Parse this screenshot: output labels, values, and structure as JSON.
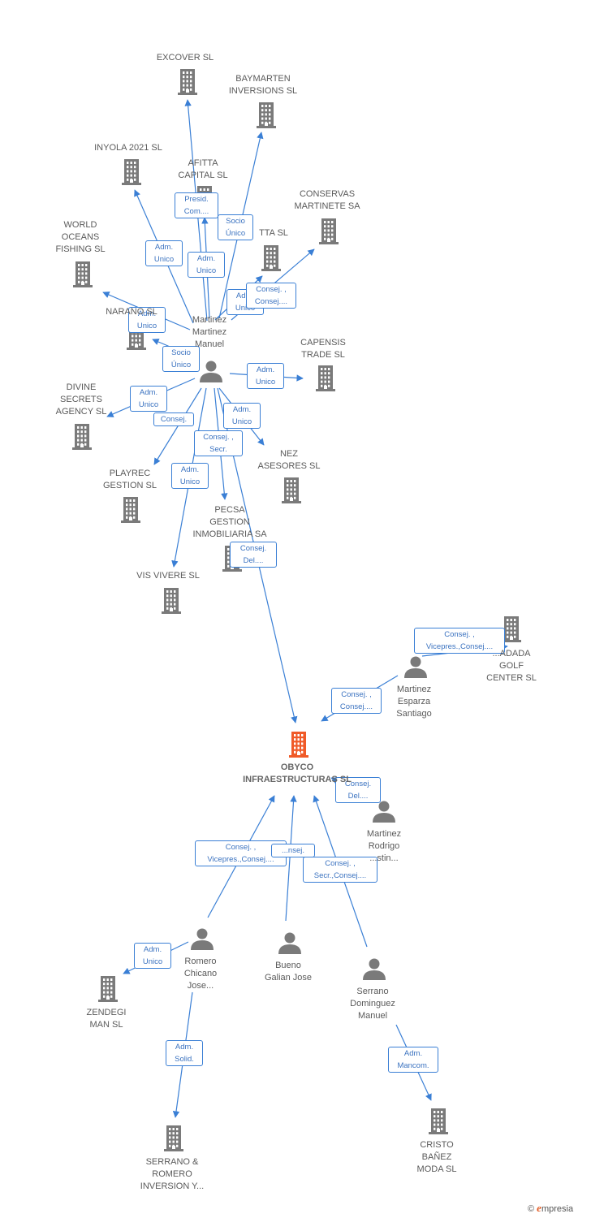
{
  "diagram": {
    "colors": {
      "edge": "#3a7fd5",
      "company": "#7a7a7a",
      "person": "#7a7a7a",
      "focus": "#f05a28",
      "label_text": "#3a72c0"
    },
    "focus_id": "obyco",
    "nodes": [
      {
        "id": "excover",
        "kind": "company",
        "label": "EXCOVER  SL"
      },
      {
        "id": "baymarten",
        "kind": "company",
        "label": "BAYMARTEN\nINVERSIONS SL"
      },
      {
        "id": "inyola",
        "kind": "company",
        "label": "INYOLA 2021 SL"
      },
      {
        "id": "afitta",
        "kind": "company",
        "label": "AFITTA\nCAPITAL SL"
      },
      {
        "id": "conservas",
        "kind": "company",
        "label": "CONSERVAS\nMARTINETE SA"
      },
      {
        "id": "world",
        "kind": "company",
        "label": "WORLD\nOCEANS\nFISHING SL"
      },
      {
        "id": "tta",
        "kind": "company",
        "label": "TTA SL"
      },
      {
        "id": "narano",
        "kind": "company",
        "label": "NARANO      SL"
      },
      {
        "id": "capensis",
        "kind": "company",
        "label": "CAPENSIS\nTRADE SL"
      },
      {
        "id": "divine",
        "kind": "company",
        "label": "DIVINE\nSECRETS\nAGENCY SL"
      },
      {
        "id": "nez",
        "kind": "company",
        "label": "NEZ\nASESORES SL"
      },
      {
        "id": "playrec",
        "kind": "company",
        "label": "PLAYREC\nGESTION SL"
      },
      {
        "id": "pecsa",
        "kind": "company",
        "label": "PECSA\nGESTION\nINMOBILIARIA SA"
      },
      {
        "id": "vis",
        "kind": "company",
        "label": "VIS VIVERE SL"
      },
      {
        "id": "golf",
        "kind": "company",
        "label": "...ADADA\nGOLF\nCENTER SL"
      },
      {
        "id": "obyco",
        "kind": "focus",
        "label": "OBYCO\nINFRAESTRUCTURAS SL"
      },
      {
        "id": "zendegi",
        "kind": "company",
        "label": "ZENDEGI\nMAN SL"
      },
      {
        "id": "serrano_romero",
        "kind": "company",
        "label": "SERRANO &\nROMERO\nINVERSION Y..."
      },
      {
        "id": "cristo",
        "kind": "company",
        "label": "CRISTO\nBAÑEZ\nMODA SL"
      },
      {
        "id": "mmm",
        "kind": "person",
        "label": "Martinez\nMartinez\nManuel"
      },
      {
        "id": "mes",
        "kind": "person",
        "label": "Martinez\nEsparza\nSantiago"
      },
      {
        "id": "mrc",
        "kind": "person",
        "label": "Martinez\nRodrigo\n...stin..."
      },
      {
        "id": "rcj",
        "kind": "person",
        "label": "Romero\nChicano\nJose..."
      },
      {
        "id": "bgj",
        "kind": "person",
        "label": "Bueno\nGalian Jose"
      },
      {
        "id": "sdm",
        "kind": "person",
        "label": "Serrano\nDominguez\nManuel"
      }
    ],
    "edges": [
      {
        "from": "mmm",
        "to": "excover",
        "label": "Presid.\nCom...."
      },
      {
        "from": "mmm",
        "to": "baymarten",
        "label": "Socio\nÚnico"
      },
      {
        "from": "mmm",
        "to": "inyola",
        "label": "Adm.\nUnico"
      },
      {
        "from": "mmm",
        "to": "afitta",
        "label": "Adm.\nUnico"
      },
      {
        "from": "mmm",
        "to": "tta",
        "label": "Adm.\nUnico"
      },
      {
        "from": "mmm",
        "to": "conservas",
        "label": "Consej. ,\nConsej...."
      },
      {
        "from": "mmm",
        "to": "world",
        "label": "Adm.\nUnico"
      },
      {
        "from": "mmm",
        "to": "narano",
        "label": "Socio\nÚnico"
      },
      {
        "from": "mmm",
        "to": "capensis",
        "label": "Adm.\nUnico"
      },
      {
        "from": "mmm",
        "to": "divine",
        "label": "Adm.\nUnico"
      },
      {
        "from": "mmm",
        "to": "playrec",
        "label": "Consej."
      },
      {
        "from": "mmm",
        "to": "nez",
        "label": "Adm.\nUnico"
      },
      {
        "from": "mmm",
        "to": "pecsa",
        "label": "Consej. ,\nSecr."
      },
      {
        "from": "mmm",
        "to": "vis",
        "label": "Adm.\nUnico"
      },
      {
        "from": "mmm",
        "to": "obyco",
        "label": "Consej.\nDel...."
      },
      {
        "from": "mes",
        "to": "golf",
        "label": "Consej. ,\nVicepres.,Consej...."
      },
      {
        "from": "mes",
        "to": "obyco",
        "label": "Consej. ,\nConsej...."
      },
      {
        "from": "mrc",
        "to": "obyco",
        "label": "Consej.\nDel...."
      },
      {
        "from": "rcj",
        "to": "obyco",
        "label": "Consej. ,\nVicepres.,Consej...."
      },
      {
        "from": "bgj",
        "to": "obyco",
        "label": "...nsej."
      },
      {
        "from": "sdm",
        "to": "obyco",
        "label": "Consej. ,\nSecr.,Consej...."
      },
      {
        "from": "rcj",
        "to": "zendegi",
        "label": "Adm.\nUnico"
      },
      {
        "from": "rcj",
        "to": "serrano_romero",
        "label": "Adm.\nSolid."
      },
      {
        "from": "sdm",
        "to": "cristo",
        "label": "Adm.\nMancom."
      }
    ]
  },
  "footer": {
    "copyright": "©",
    "brand_initial": "e",
    "brand_rest": "mpresia"
  }
}
